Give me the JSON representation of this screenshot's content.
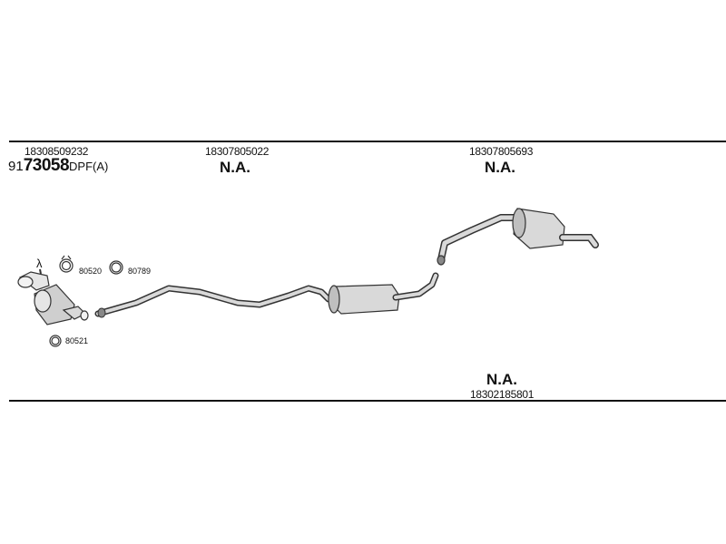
{
  "top_labels": [
    {
      "part_number": "18308509232"
    },
    {
      "part_number": "18307805022",
      "status": "N.A."
    },
    {
      "part_number": "18307805693",
      "status": "N.A."
    }
  ],
  "catalyst_code": {
    "prefix": "91",
    "number": "73058",
    "suffix": "DPF(A)"
  },
  "bottom_label": {
    "status": "N.A.",
    "part_number": "18302185801"
  },
  "small_parts": {
    "clamp_1": "80520",
    "gasket": "80789",
    "clamp_2": "80521",
    "sensor_symbol": "λ"
  },
  "colors": {
    "line": "#111111",
    "pipe_outline": "#333333",
    "pipe_fill": "#d9d9d9"
  }
}
